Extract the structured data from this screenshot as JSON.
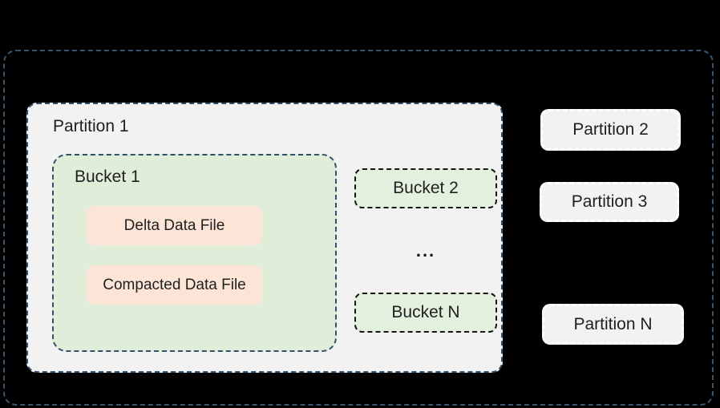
{
  "diagram": {
    "partition_main": {
      "label": "Partition 1",
      "bucket_main": {
        "label": "Bucket 1",
        "files": [
          {
            "label": "Delta Data File"
          },
          {
            "label": "Compacted Data File"
          }
        ]
      },
      "bucket_2": {
        "label": "Bucket 2"
      },
      "ellipsis": "...",
      "bucket_n": {
        "label": "Bucket N"
      }
    },
    "side_partitions": [
      {
        "label": "Partition 2"
      },
      {
        "label": "Partition 3"
      },
      {
        "label": "Partition N"
      }
    ]
  },
  "colors": {
    "background": "#000000",
    "outer_boundary_border": "#3a566f",
    "partition_fill": "#f2f2f2",
    "partition_dashed_border": "#33506a",
    "bucket_fill": "#e0eed9",
    "bucket_small_border": "#141414",
    "file_fill": "#fce5d7",
    "side_partition_border": "#ffffff",
    "text": "#1f1f1f"
  }
}
